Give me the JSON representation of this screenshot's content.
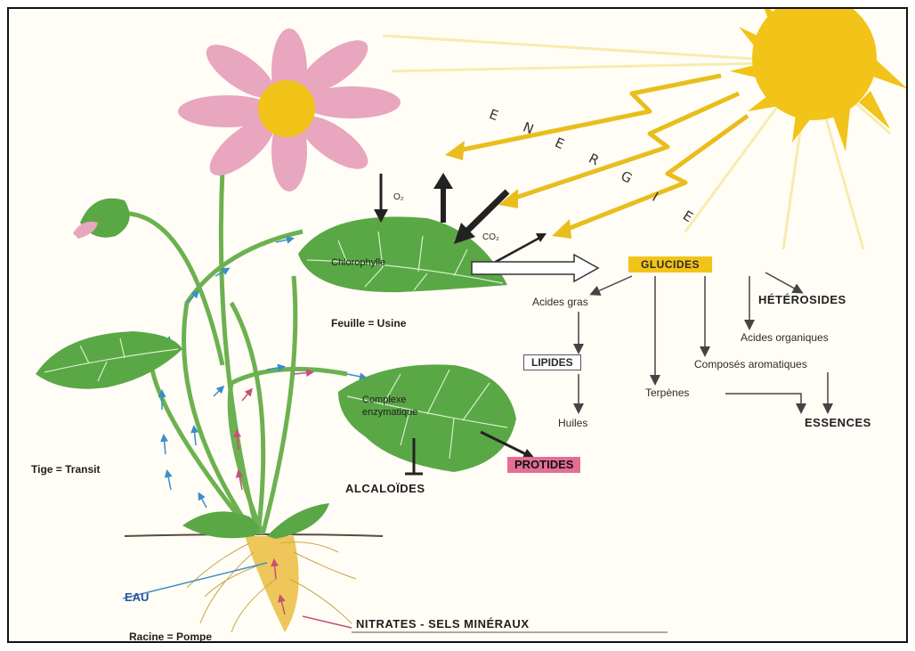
{
  "labels": {
    "energie": [
      "E",
      "N",
      "E",
      "R",
      "G",
      "I",
      "E"
    ],
    "o2": "O₂",
    "co2": "CO₂",
    "chlorophylle": "Chlorophylle",
    "feuille_usine": "Feuille = Usine",
    "complexe_line1": "Complexe",
    "complexe_line2": "enzymatique",
    "alcaloides": "ALCALOÏDES",
    "protides": "PROTIDES",
    "tige_transit": "Tige = Transit",
    "eau": "EAU",
    "nitrates": "NITRATES - SELS MINÉRAUX",
    "racine_pompe": "Racine = Pompe",
    "glucides": "GLUCIDES",
    "acides_gras": "Acides gras",
    "lipides": "LIPIDES",
    "huiles": "Huiles",
    "terpenes": "Terpènes",
    "composes_aromatiques": "Composés aromatiques",
    "acides_organiques": "Acides organiques",
    "heterosides": "HÉTÉROSIDES",
    "essences": "ESSENCES"
  },
  "colors": {
    "sun": "#f2c318",
    "leaf": "#5aa746",
    "leaf_dark": "#3e8a35",
    "petal": "#e8a6bf",
    "flower_center": "#f2c318",
    "root": "#eec659",
    "sap_blue": "#3a8ec9",
    "sap_pink": "#c4507a",
    "protides_box": "#e46e95",
    "glucides_box": "#f2c318"
  }
}
